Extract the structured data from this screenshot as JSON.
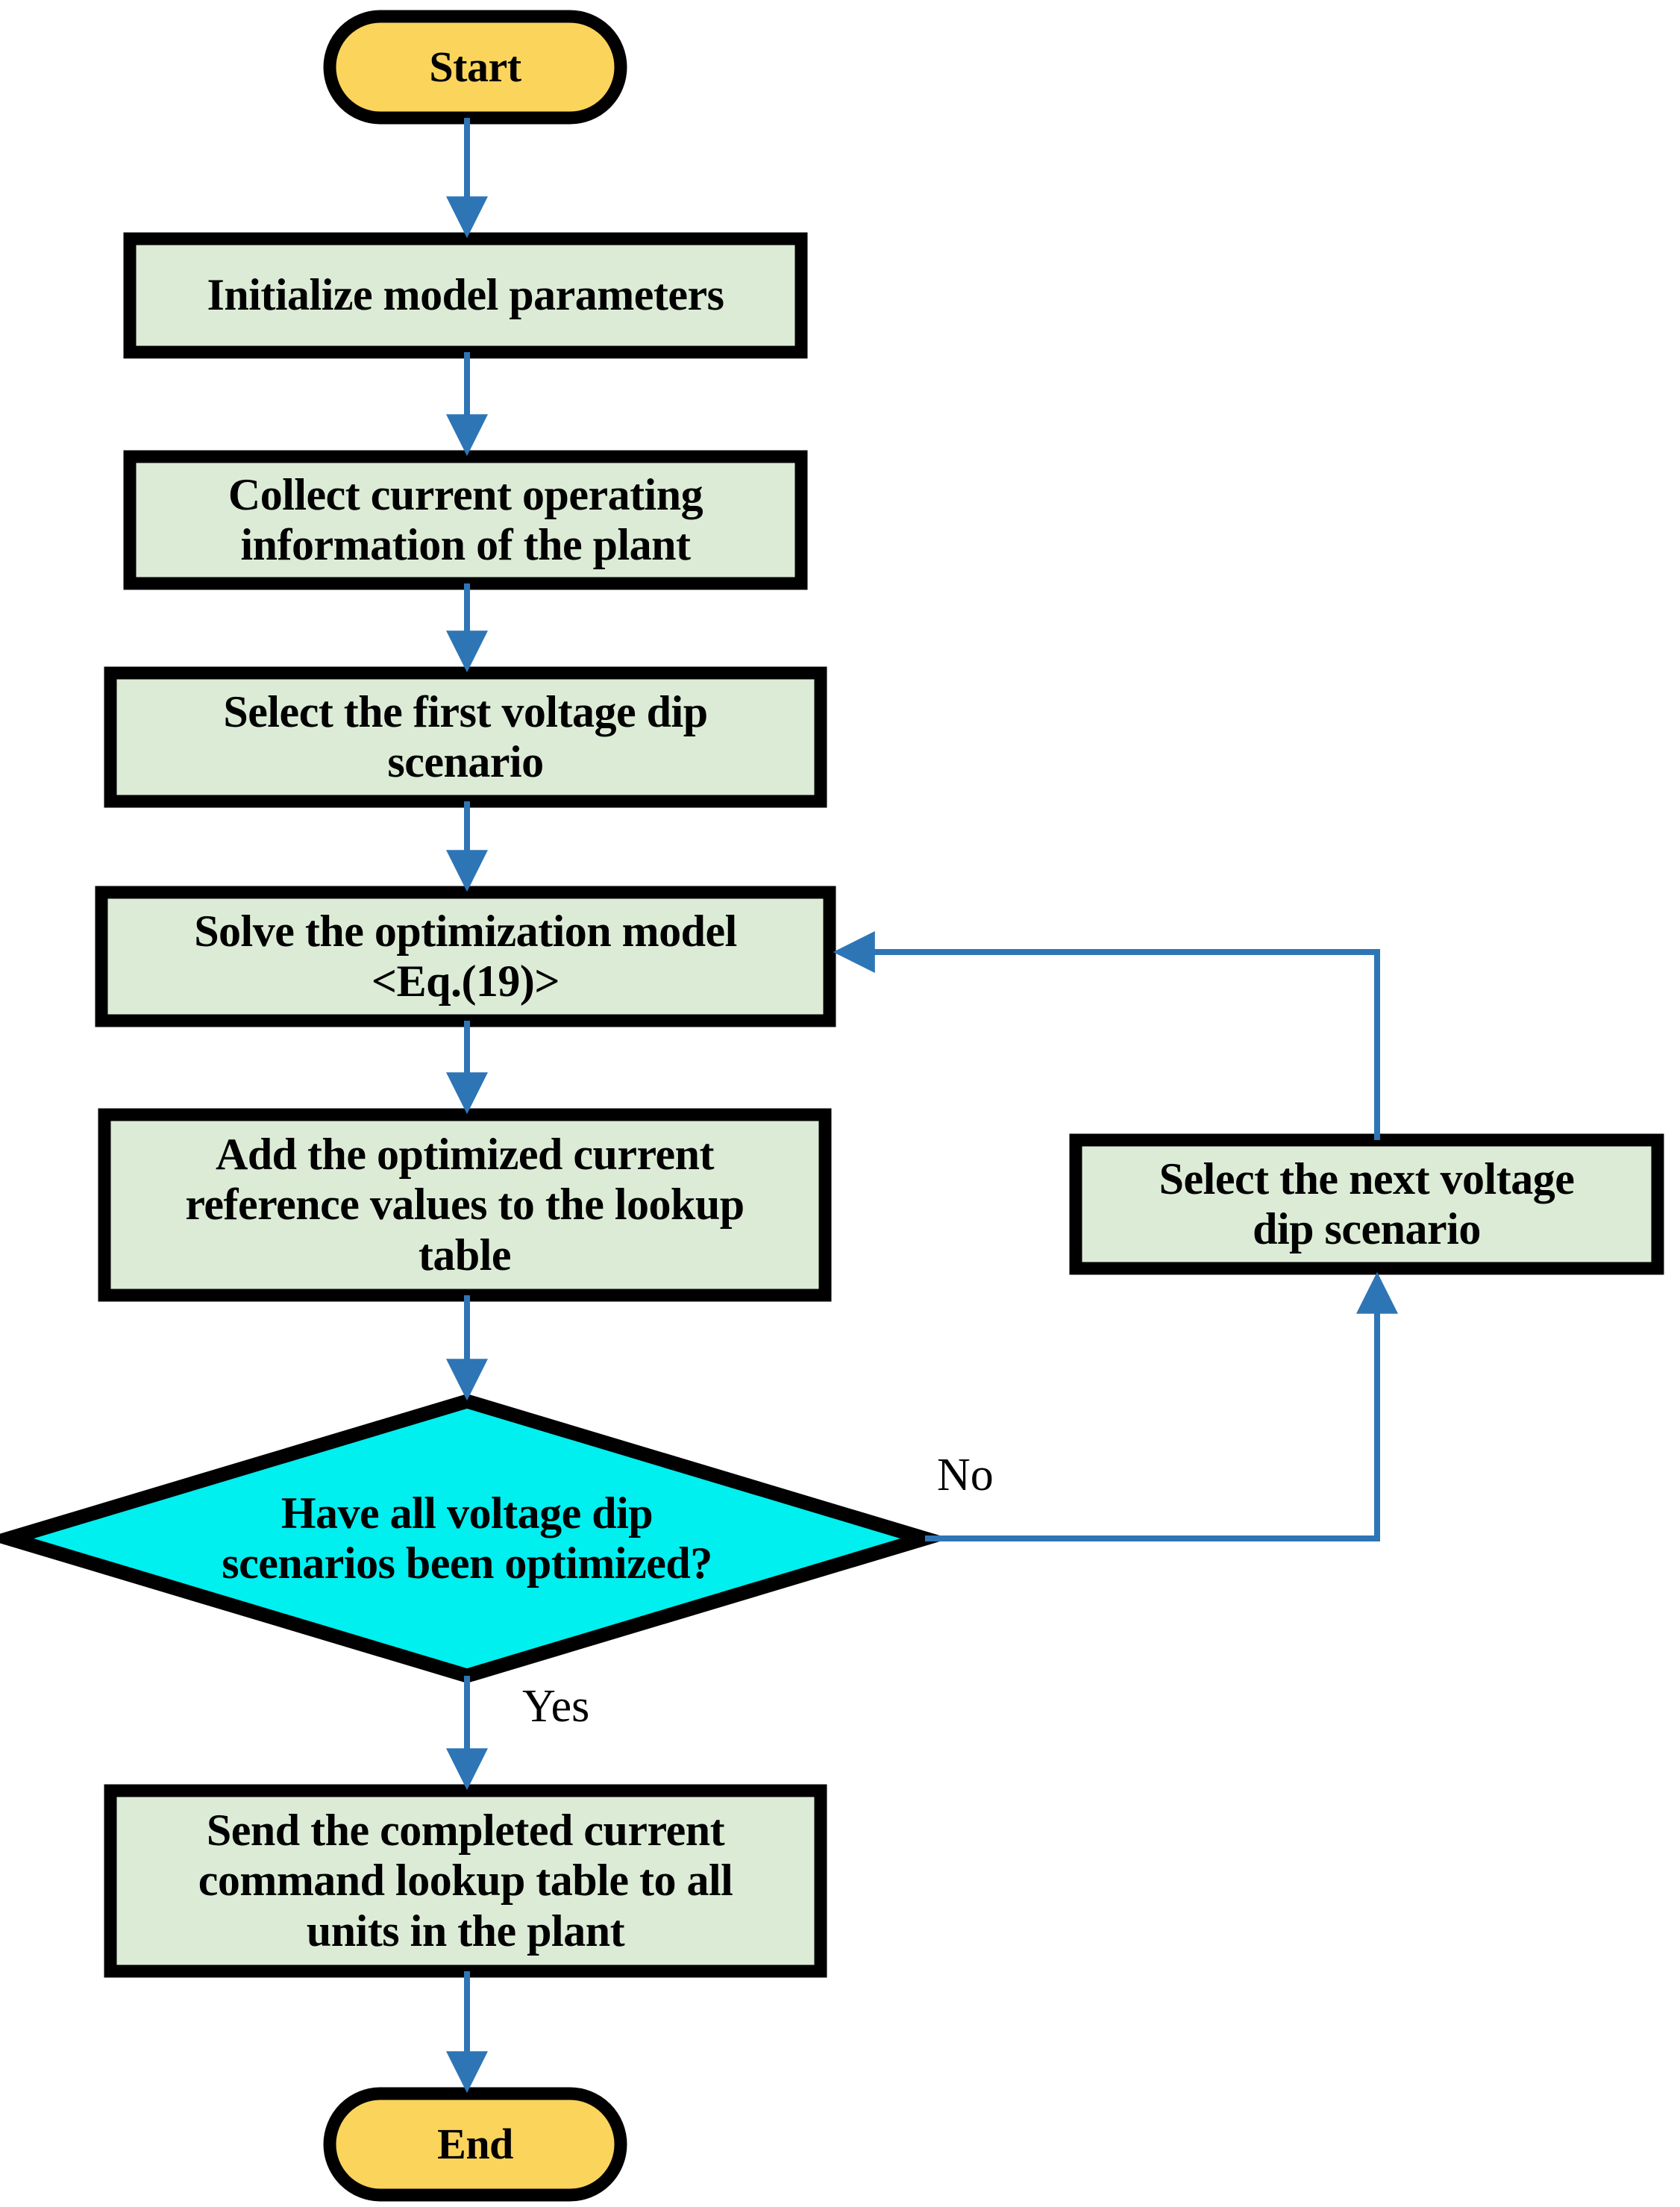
{
  "diagram": {
    "type": "flowchart",
    "title": "Voltage dip scenario optimization flowchart",
    "colors": {
      "terminator_fill": "#FBD45C",
      "process_fill": "#DCEBD6",
      "decision_fill": "#00EFEF",
      "shape_stroke": "#000000",
      "arrow": "#2E75B6",
      "text": "#000000",
      "background": "#FFFFFF"
    },
    "nodes": {
      "start": {
        "label": "Start",
        "shape": "terminator"
      },
      "initialize": {
        "label": "Initialize model parameters",
        "shape": "process"
      },
      "collect": {
        "label": "Collect current operating\ninformation of the plant",
        "shape": "process"
      },
      "select_first": {
        "label": "Select the first voltage dip\nscenario",
        "shape": "process"
      },
      "solve": {
        "label": "Solve the optimization model\n<Eq.(19)>",
        "shape": "process"
      },
      "add_values": {
        "label": "Add the optimized current\nreference values to the lookup\ntable",
        "shape": "process"
      },
      "decision": {
        "label": "Have all voltage dip\nscenarios been optimized?",
        "shape": "decision"
      },
      "select_next": {
        "label": "Select the next voltage\ndip scenario",
        "shape": "process"
      },
      "send": {
        "label": "Send the completed current\ncommand lookup table to all\nunits in the plant",
        "shape": "process"
      },
      "end": {
        "label": "End",
        "shape": "terminator"
      }
    },
    "edge_labels": {
      "no": "No",
      "yes": "Yes"
    },
    "edges": [
      {
        "from": "start",
        "to": "initialize",
        "label": ""
      },
      {
        "from": "initialize",
        "to": "collect",
        "label": ""
      },
      {
        "from": "collect",
        "to": "select_first",
        "label": ""
      },
      {
        "from": "select_first",
        "to": "solve",
        "label": ""
      },
      {
        "from": "solve",
        "to": "add_values",
        "label": ""
      },
      {
        "from": "add_values",
        "to": "decision",
        "label": ""
      },
      {
        "from": "decision",
        "to": "select_next",
        "label": "No"
      },
      {
        "from": "select_next",
        "to": "solve",
        "label": ""
      },
      {
        "from": "decision",
        "to": "send",
        "label": "Yes"
      },
      {
        "from": "send",
        "to": "end",
        "label": ""
      }
    ]
  }
}
